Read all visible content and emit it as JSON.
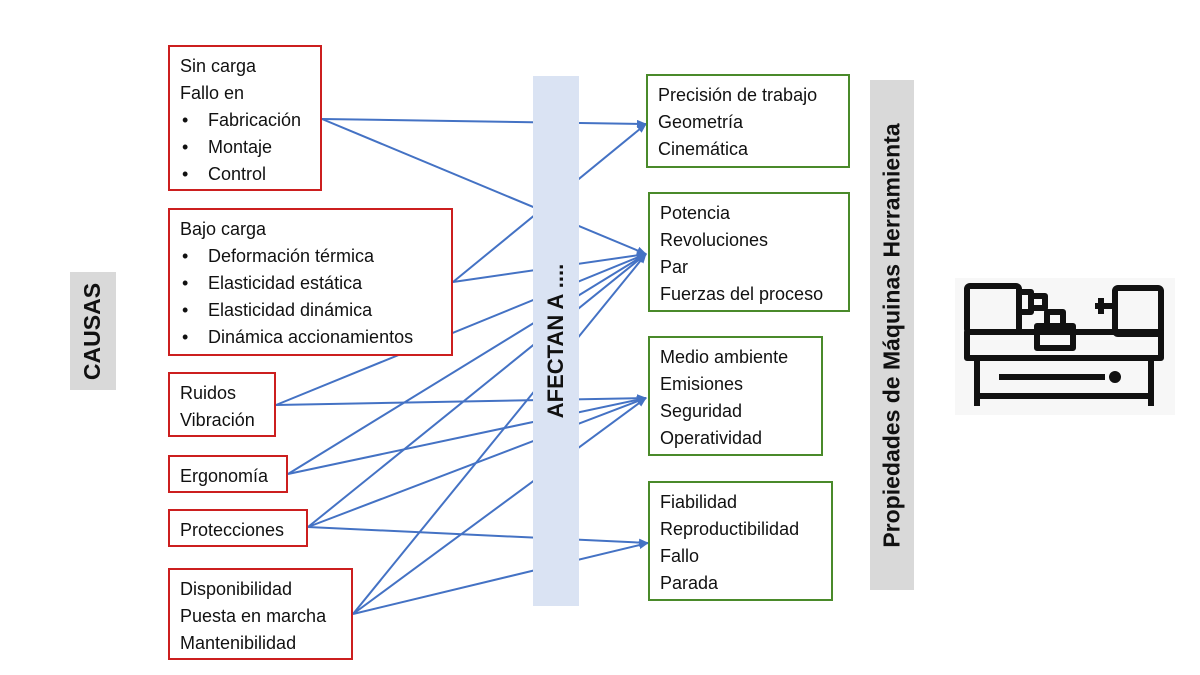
{
  "causes_label": "CAUSAS",
  "center_label": "AFECTAN A ....",
  "properties_label": "Propiedades de Máquinas Herramienta",
  "causes": [
    {
      "lines": [
        "Sin carga",
        "Fallo en"
      ],
      "bullets": [
        "Fabricación",
        "Montaje",
        "Control"
      ]
    },
    {
      "lines": [
        "Bajo carga"
      ],
      "bullets": [
        "Deformación térmica",
        "Elasticidad estática",
        "Elasticidad dinámica",
        "Dinámica accionamientos"
      ]
    },
    {
      "lines": [
        "Ruidos",
        "Vibración"
      ],
      "bullets": []
    },
    {
      "lines": [
        "Ergonomía"
      ],
      "bullets": []
    },
    {
      "lines": [
        "Protecciones"
      ],
      "bullets": []
    },
    {
      "lines": [
        "Disponibilidad",
        "Puesta en marcha",
        "Mantenibilidad"
      ],
      "bullets": []
    }
  ],
  "properties": [
    {
      "lines": [
        "Precisión de trabajo",
        "Geometría",
        "Cinemática"
      ]
    },
    {
      "lines": [
        "Potencia",
        "Revoluciones",
        "Par",
        "Fuerzas del proceso"
      ]
    },
    {
      "lines": [
        "Medio ambiente",
        "Emisiones",
        "Seguridad",
        "Operatividad"
      ]
    },
    {
      "lines": [
        "Fiabilidad",
        "Reproductibilidad",
        "Fallo",
        "Parada"
      ]
    }
  ],
  "colors": {
    "cause_border": "#cc1f1f",
    "property_border": "#4a8a2a",
    "arrow": "#4472c4",
    "center_band": "#dae3f3",
    "side_label_bg": "#d9d9d9"
  },
  "icon": "lathe-machine-icon"
}
